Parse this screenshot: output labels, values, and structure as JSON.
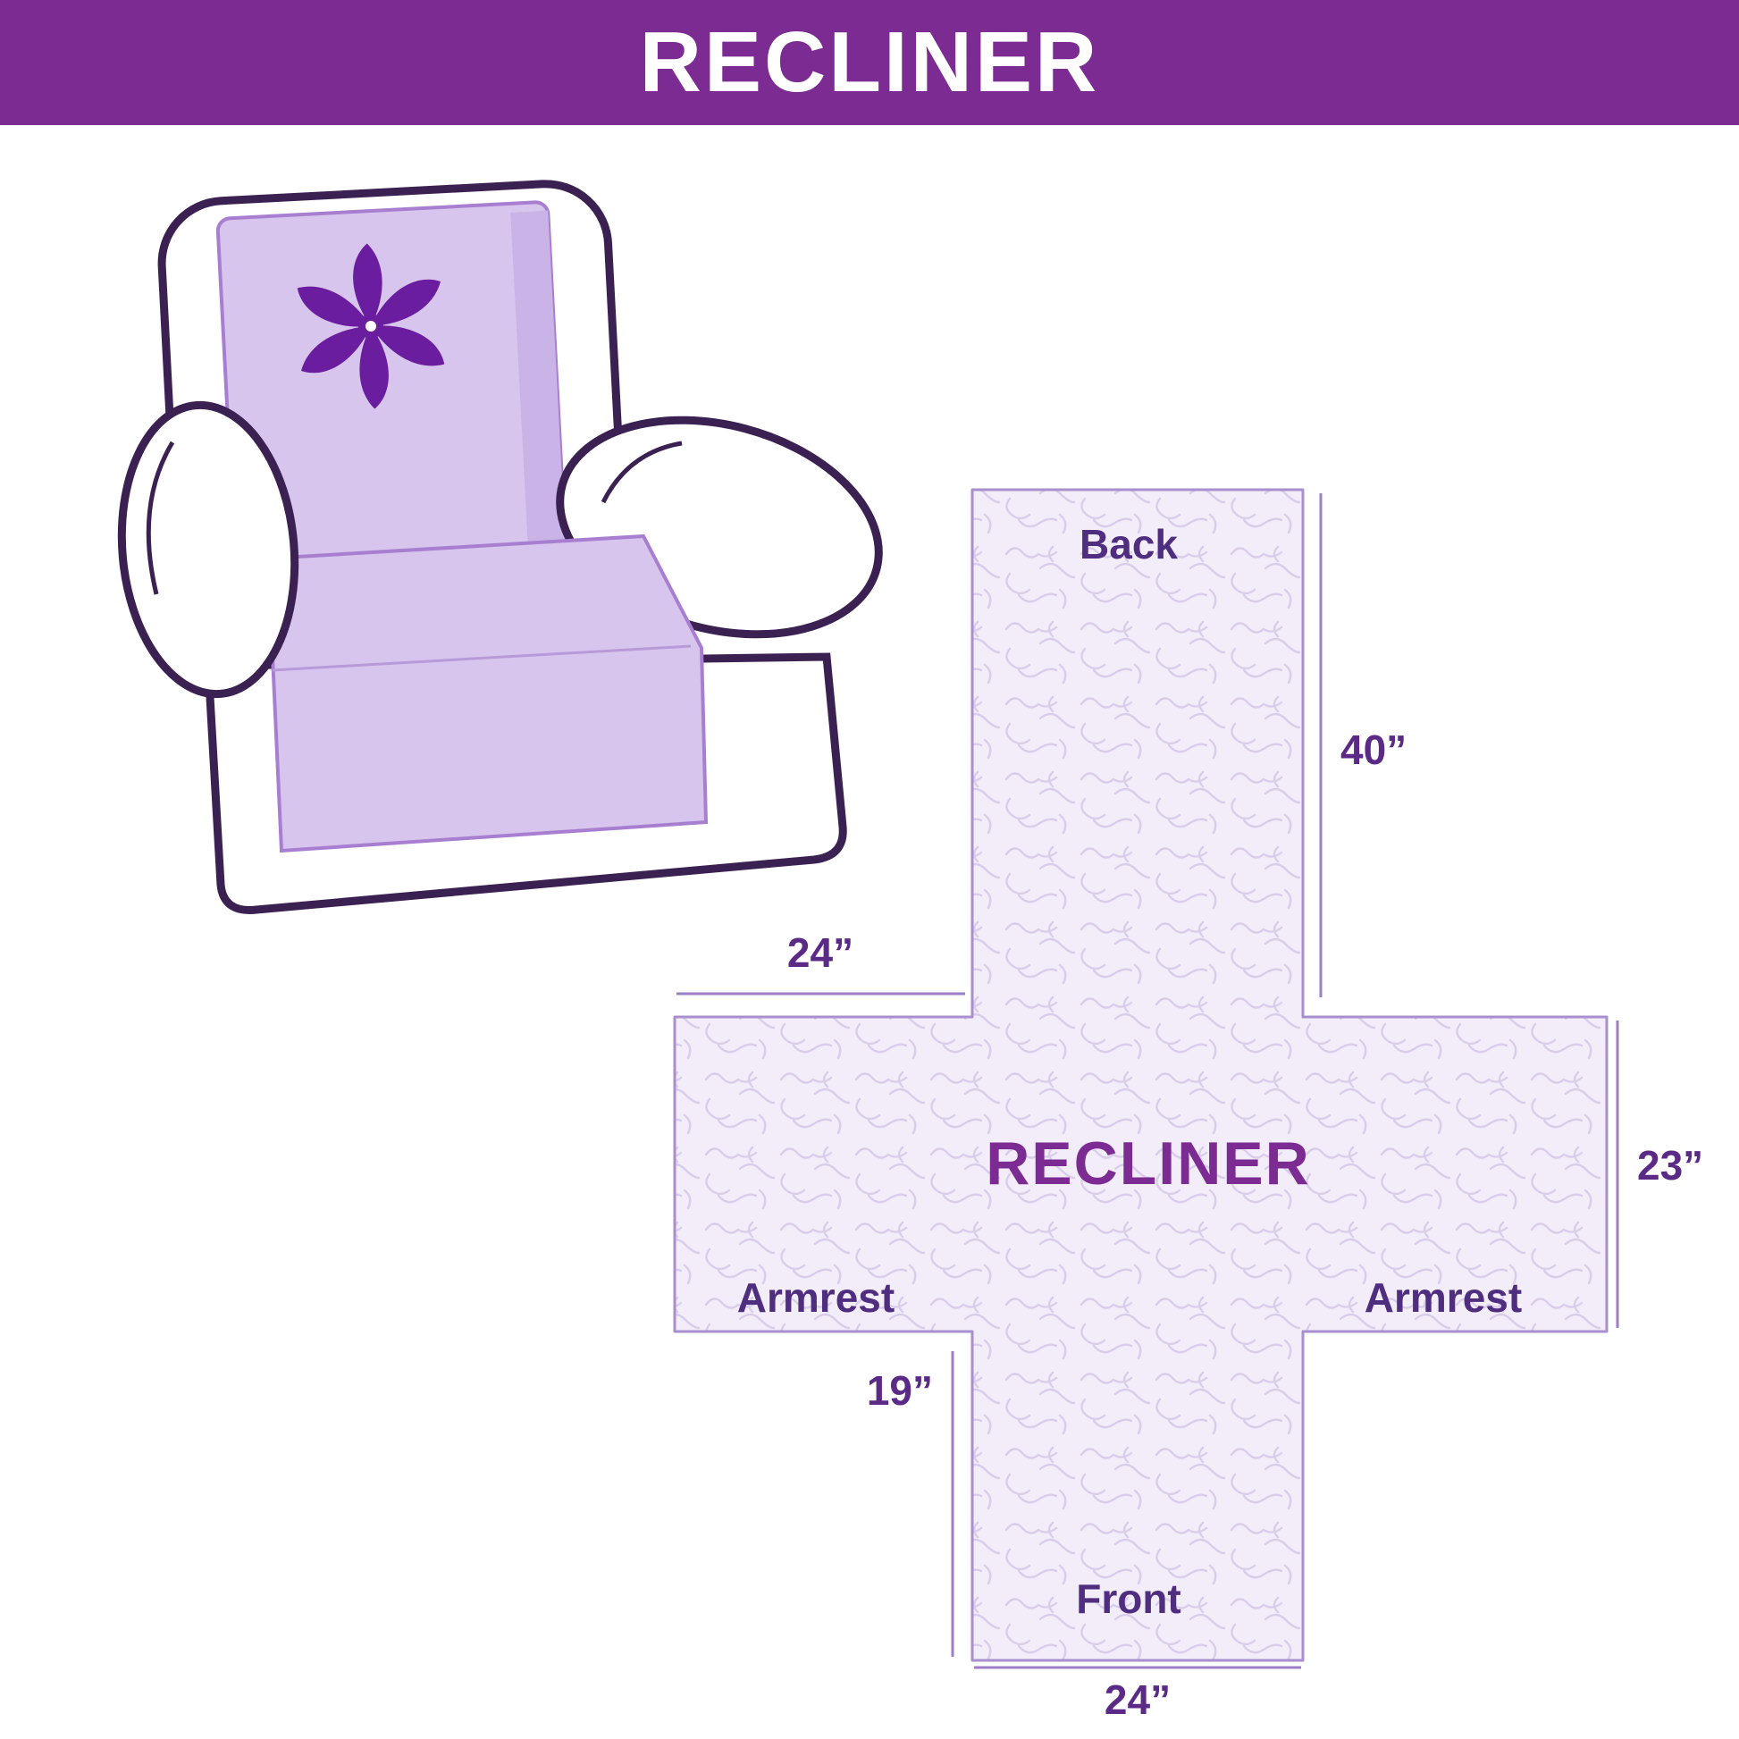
{
  "banner": {
    "title": "RECLINER"
  },
  "diagram": {
    "title": "RECLINER",
    "back_label": "Back",
    "front_label": "Front",
    "armrest_left_label": "Armrest",
    "armrest_right_label": "Armrest",
    "dim_back_height": "40”",
    "dim_top_width": "24”",
    "dim_side_height": "23”",
    "dim_front_drop": "19”",
    "dim_front_width": "24”"
  },
  "colors": {
    "banner_bg": "#7b2b92",
    "banner_text": "#ffffff",
    "diagram_fill": "#f2edf9",
    "diagram_pattern": "#d9cdeb",
    "diagram_outline": "#a98fce",
    "label_text": "#4f2d7f",
    "center_title": "#7b2b92",
    "dimension_line": "#9b7ec5",
    "chair_outline": "#3b2052",
    "cover_lavender": "#d8c5ee",
    "pinwheel_purple": "#6a1d9e"
  }
}
